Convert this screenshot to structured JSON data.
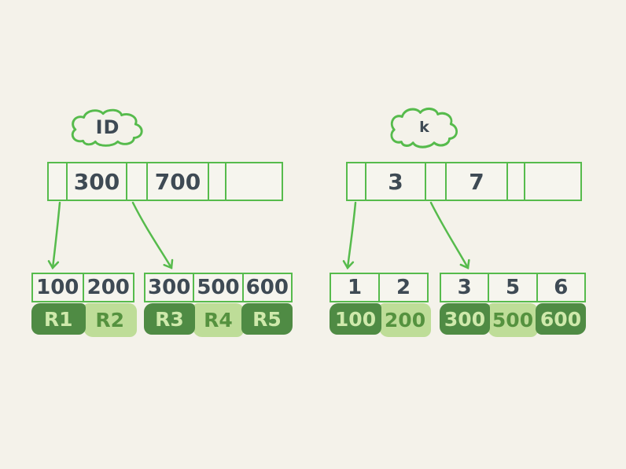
{
  "diagram": {
    "description_visible_text_only": true,
    "left_index": {
      "label": "ID",
      "root_cells": [
        "",
        "300",
        "",
        "700",
        "",
        ""
      ],
      "leaves": [
        {
          "keys": [
            "100",
            "200"
          ],
          "records": [
            {
              "label": "R1",
              "tone": "dark"
            },
            {
              "label": "R2",
              "tone": "light"
            }
          ]
        },
        {
          "keys": [
            "300",
            "500",
            "600"
          ],
          "records": [
            {
              "label": "R3",
              "tone": "dark"
            },
            {
              "label": "R4",
              "tone": "light"
            },
            {
              "label": "R5",
              "tone": "dark"
            }
          ]
        }
      ]
    },
    "right_index": {
      "label": "k",
      "root_cells": [
        "",
        "3",
        "",
        "7",
        "",
        ""
      ],
      "leaves": [
        {
          "keys": [
            "1",
            "2"
          ],
          "records": [
            {
              "label": "100",
              "tone": "dark"
            },
            {
              "label": "200",
              "tone": "light"
            }
          ]
        },
        {
          "keys": [
            "3",
            "5",
            "6"
          ],
          "records": [
            {
              "label": "300",
              "tone": "dark"
            },
            {
              "label": "500",
              "tone": "light"
            },
            {
              "label": "600",
              "tone": "dark"
            }
          ]
        }
      ]
    },
    "colors": {
      "background": "#f4f2ea",
      "line_green": "#56bb4c",
      "dark_green_fill": "#4f8b44",
      "light_green_fill": "#bedd98",
      "ink": "#3e4a54",
      "text_on_dark": "#cfe9ab",
      "text_on_light": "#55923f"
    }
  }
}
